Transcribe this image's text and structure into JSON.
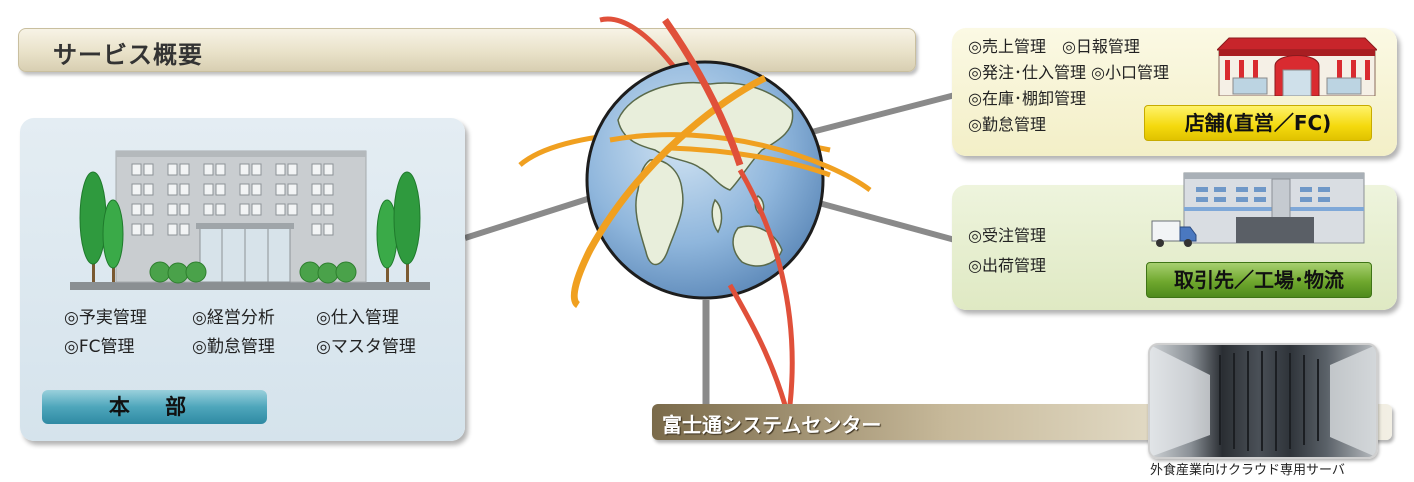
{
  "title": "サービス概要",
  "headquarters": {
    "label": "本 部",
    "items": [
      [
        "◎予実管理",
        "◎経営分析",
        "◎仕入管理"
      ],
      [
        "◎FC管理",
        "◎勤怠管理",
        "◎マスタ管理"
      ]
    ]
  },
  "store": {
    "label": "店舗(直営／FC)",
    "rows": [
      "◎売上管理　◎日報管理",
      "◎発注･仕入管理 ◎小口管理",
      "◎在庫･棚卸管理",
      "◎勤怠管理"
    ]
  },
  "partner": {
    "label": "取引先／工場･物流",
    "rows": [
      "◎受注管理",
      "◎出荷管理"
    ]
  },
  "center": {
    "label": "富士通システムセンター",
    "caption": "外食産業向けクラウド専用サーバ"
  },
  "colors": {
    "globe_ocean": "#8fb6dc",
    "globe_land": "#e8eedb",
    "orbit_red": "#e0503a",
    "orbit_orange": "#f0a020",
    "connector": "#8a8a8a"
  },
  "icons": [
    "globe-icon",
    "office-building-icon",
    "store-building-icon",
    "factory-truck-icon",
    "server-rack-photo"
  ]
}
